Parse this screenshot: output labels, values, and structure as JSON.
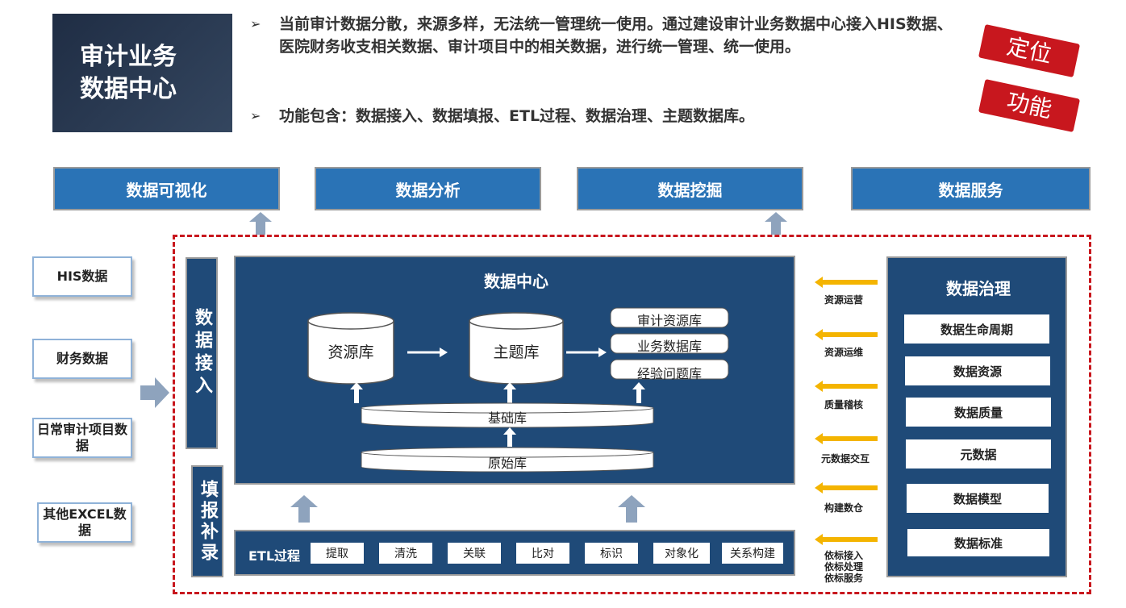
{
  "title": {
    "line1": "审计业务",
    "line2": "数据中心"
  },
  "intro": {
    "bullet1": "当前审计数据分散，来源多样，无法统一管理统一使用。通过建设审计业务数据中心接入HIS数据、医院财务收支相关数据、审计项目中的相关数据，进行统一管理、统一使用。",
    "bullet2": "功能包含：数据接入、数据填报、ETL过程、数据治理、主题数据库。",
    "bullet_symbol": "➢"
  },
  "stamps": {
    "position": "定位",
    "function": "功能"
  },
  "top_services": [
    "数据可视化",
    "数据分析",
    "数据挖掘",
    "数据服务"
  ],
  "sources": [
    "HIS数据",
    "财务数据",
    "日常审计项目数据",
    "其他EXCEL数据"
  ],
  "ingest": {
    "access": "数据接入",
    "fill": "填报补录"
  },
  "center": {
    "title": "数据中心",
    "resource_db": "资源库",
    "topic_db": "主题库",
    "stack": [
      "审计资源库",
      "业务数据库",
      "经验问题库"
    ],
    "base_db": "基础库",
    "raw_db": "原始库"
  },
  "etl": {
    "title": "ETL过程",
    "steps": [
      "提取",
      "清洗",
      "关联",
      "比对",
      "标识",
      "对象化",
      "关系构建"
    ]
  },
  "arrows": [
    "资源运营",
    "资源运维",
    "质量稽核",
    "元数据交互",
    "构建数仓",
    "依标接入\n依标处理\n依标服务"
  ],
  "governance": {
    "title": "数据治理",
    "items": [
      "数据生命周期",
      "数据资源",
      "数据质量",
      "元数据",
      "数据模型",
      "数据标准"
    ]
  },
  "colors": {
    "navy": "#1f4a78",
    "blue": "#2a73b6",
    "red": "#c8171e",
    "yellow": "#f4b400"
  }
}
